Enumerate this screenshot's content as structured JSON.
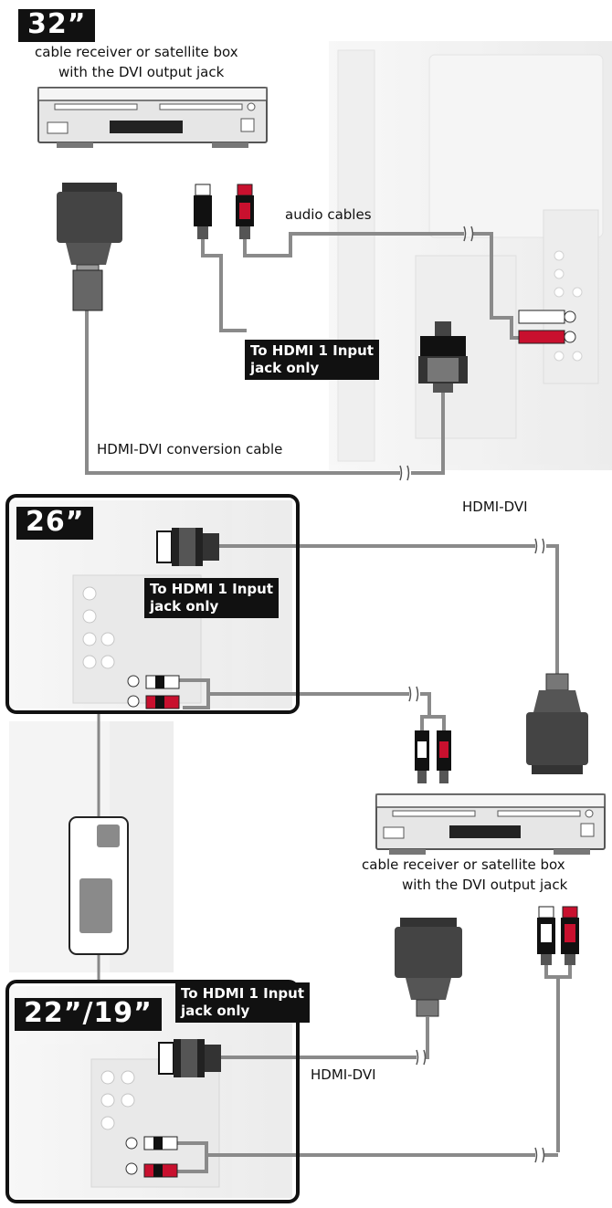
{
  "sections": {
    "tv32": {
      "size": "32”",
      "device_label_line1": "cable receiver or satellite box",
      "device_label_line2": "with the DVI output jack",
      "audio_label": "audio cables",
      "callout_line1": "To HDMI 1 Input",
      "callout_line2": "jack only",
      "cable_label": "HDMI-DVI conversion cable"
    },
    "tv26": {
      "size": "26”",
      "callout_line1": "To HDMI 1 Input",
      "callout_line2": "jack only",
      "cable_label": "HDMI-DVI"
    },
    "tv22_19": {
      "size": "22”/19”",
      "callout_line1": "To HDMI 1 Input",
      "callout_line2": "jack only",
      "cable_label": "HDMI-DVI"
    },
    "device_bottom": {
      "label_line1": "cable receiver or satellite box",
      "label_line2": "with the DVI output jack"
    }
  },
  "colors": {
    "cable": "#8a8a8a",
    "black": "#111111",
    "red": "#c8102e",
    "white_plug": "#ffffff",
    "tv_body": "#f0f0f0"
  }
}
